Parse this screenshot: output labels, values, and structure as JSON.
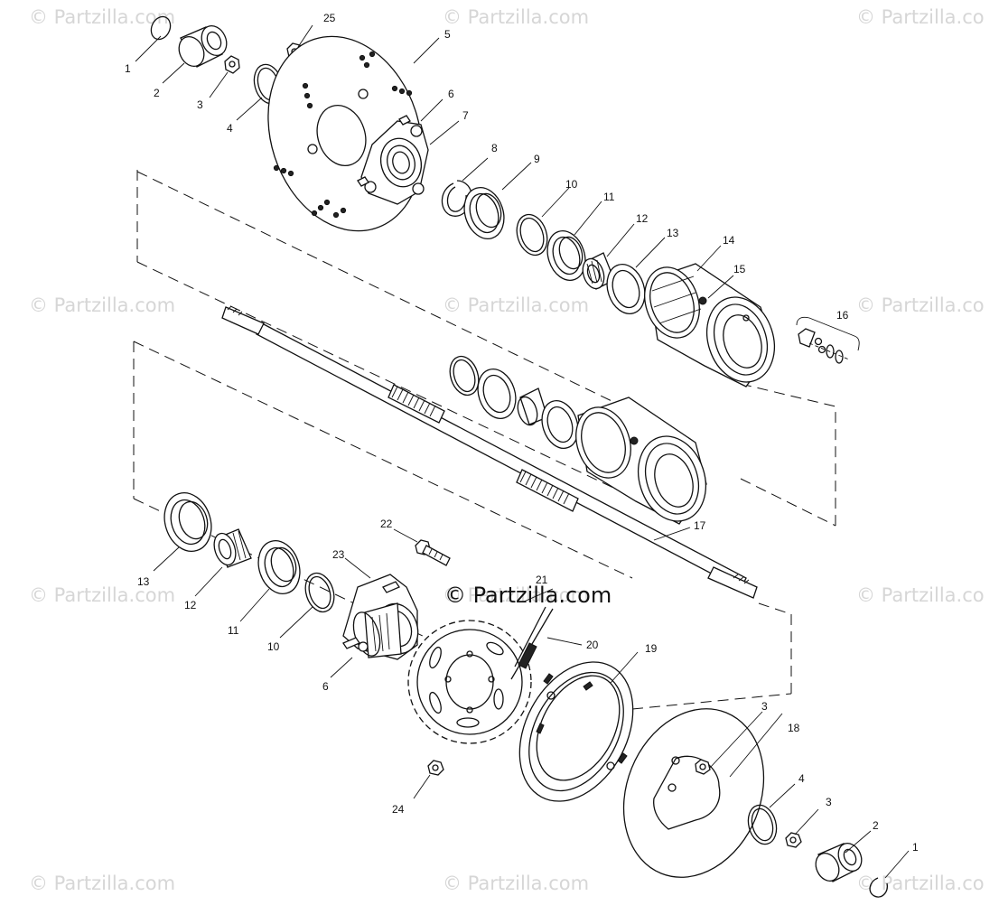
{
  "watermarks": {
    "top_left": "© Partzilla.com",
    "top_center": "© Partzilla.com",
    "top_right": "© Partzilla.co",
    "mid_left": "© Partzilla.com",
    "mid_center": "© Partzilla.com",
    "mid_right": "© Partzilla.co",
    "low_left": "© Partzilla.com",
    "low_center": "© Partzilla.com",
    "low_right": "© Partzilla.co",
    "bottom_left": "© Partzilla.com",
    "bottom_center": "© Partzilla.com",
    "bottom_right": "© Partzilla.co",
    "center_dark": "© Partzilla.com"
  },
  "callouts": {
    "c1_top": "1",
    "c2_top": "2",
    "c3_top": "3",
    "c4_top": "4",
    "c25": "25",
    "c5": "5",
    "c6_top": "6",
    "c7": "7",
    "c8": "8",
    "c9": "9",
    "c10_top": "10",
    "c11_top": "11",
    "c12_top": "12",
    "c13_top": "13",
    "c14": "14",
    "c15": "15",
    "c16": "16",
    "c17": "17",
    "c13_low": "13",
    "c12_low": "12",
    "c11_low": "11",
    "c10_low": "10",
    "c6_low": "6",
    "c22": "22",
    "c23": "23",
    "c21": "21",
    "c20": "20",
    "c19": "19",
    "c24": "24",
    "c3_low": "3",
    "c18": "18",
    "c4_low": "4",
    "c3_bot": "3",
    "c2_bot": "2",
    "c1_bot": "1"
  }
}
